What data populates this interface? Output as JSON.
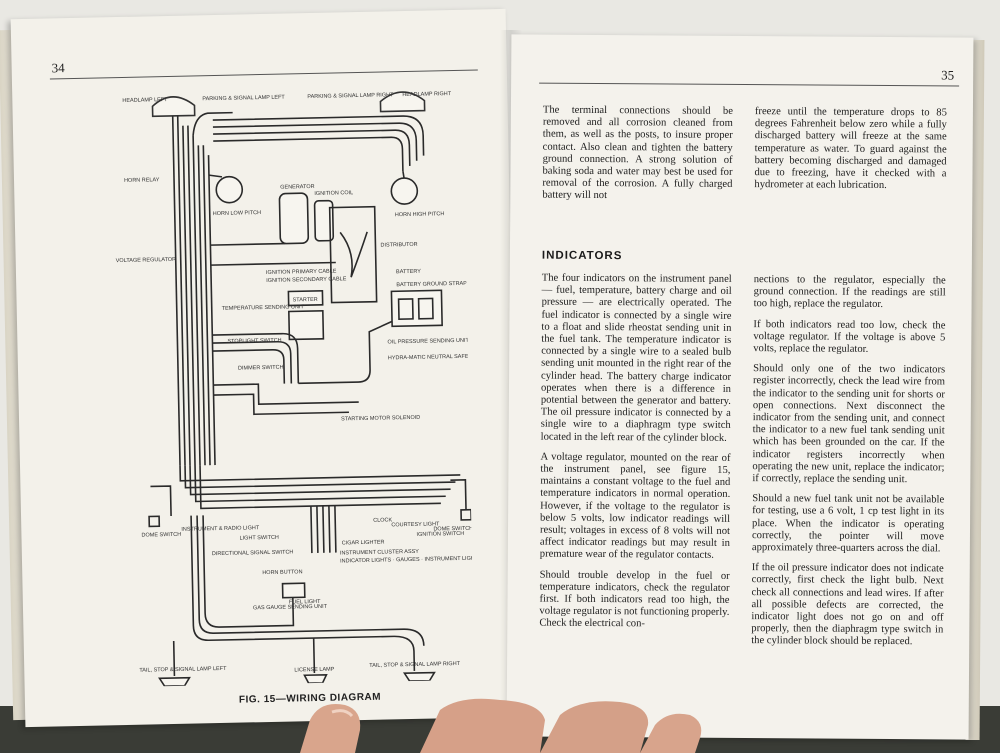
{
  "left_page": {
    "page_number": "34",
    "diagram": {
      "caption": "FIG. 15—WIRING DIAGRAM",
      "labels": {
        "headlamp_left": "HEADLAMP LEFT",
        "parking_signal_left": "PARKING & SIGNAL LAMP LEFT",
        "parking_signal_right": "PARKING & SIGNAL LAMP RIGHT",
        "headlamp_right": "HEADLAMP RIGHT",
        "horn_relay": "HORN RELAY",
        "generator": "GENERATOR",
        "ignition_coil": "IGNITION COIL",
        "horn_low": "HORN LOW PITCH",
        "horn_high": "HORN HIGH PITCH",
        "voltage_regulator": "VOLTAGE REGULATOR",
        "distributor": "DISTRIBUTOR",
        "ignition_primary": "IGNITION PRIMARY CABLE",
        "ignition_secondary": "IGNITION SECONDARY CABLE",
        "battery": "BATTERY",
        "battery_ground": "BATTERY GROUND STRAP",
        "starter": "STARTER",
        "temperature_unit": "TEMPERATURE SENDING UNIT",
        "stoplight_switch": "STOPLIGHT SWITCH",
        "oil_pressure_unit": "OIL PRESSURE SENDING UNIT",
        "hydramatic_switch": "HYDRA-MATIC NEUTRAL SAFETY SWITCH",
        "dimmer_switch": "DIMMER SWITCH",
        "starting_motor": "STARTING MOTOR SOLENOID",
        "dome_switch_left": "DOME SWITCH",
        "dome_switch_right": "DOME SWITCH",
        "instrument_lights": "INSTRUMENT & RADIO LIGHT",
        "light_switch": "LIGHT SWITCH",
        "directional_switch": "DIRECTIONAL SIGNAL SWITCH",
        "cigar_lighter": "CIGAR LIGHTER",
        "clock": "CLOCK",
        "courtesy_light": "COURTESY LIGHT",
        "ignition_switch": "IGNITION SWITCH",
        "cluster_assy": "INSTRUMENT CLUSTER ASSY",
        "cluster_items": "INDICATOR LIGHTS · GAUGES · INSTRUMENT LIGHTS",
        "horn_button": "HORN BUTTON",
        "gas_gauge": "GAS GAUGE SENDING UNIT",
        "fuel_light": "FUEL LIGHT",
        "tail_left": "TAIL, STOP & SIGNAL LAMP LEFT",
        "license_lamp": "LICENSE LAMP",
        "tail_right": "TAIL, STOP & SIGNAL LAMP RIGHT"
      }
    }
  },
  "right_page": {
    "page_number": "35",
    "top_left": "The terminal connections should be removed and all corrosion cleaned from them, as well as the posts, to insure proper contact. Also clean and tighten the battery ground connection. A strong solution of baking soda and water may best be used for removal of the corrosion. A fully charged battery will not",
    "top_right": "freeze until the temperature drops to 85 degrees Fahrenheit below zero while a fully discharged battery will freeze at the same temperature as water. To guard against the battery becoming discharged and damaged due to freezing, have it checked with a hydrometer at each lubrication.",
    "heading": "INDICATORS",
    "left_paras": [
      "The four indicators on the instrument panel — fuel, temperature, battery charge and oil pressure — are electrically operated. The fuel indicator is connected by a single wire to a float and slide rheostat sending unit in the fuel tank. The temperature indicator is connected by a single wire to a sealed bulb sending unit mounted in the right rear of the cylinder head. The battery charge indicator operates when there is a difference in potential between the generator and battery. The oil pressure indicator is connected by a single wire to a diaphragm type switch located in the left rear of the cylinder block.",
      "A voltage regulator, mounted on the rear of the instrument panel, see figure 15, maintains a constant voltage to the fuel and temperature indicators in normal operation. However, if the voltage to the regulator is below 5 volts, low indicator readings will result; voltages in excess of 8 volts will not affect indicator readings but may result in premature wear of the regulator contacts.",
      "Should trouble develop in the fuel or temperature indicators, check the regulator first. If both indicators read too high, the voltage regulator is not functioning properly. Check the electrical con-"
    ],
    "right_paras": [
      "nections to the regulator, especially the ground connection. If the readings are still too high, replace the regulator.",
      "If both indicators read too low, check the voltage regulator. If the voltage is above 5 volts, replace the regulator.",
      "Should only one of the two indicators register incorrectly, check the lead wire from the indicator to the sending unit for shorts or open connections. Next disconnect the indicator from the sending unit, and connect the indicator to a new fuel tank sending unit which has been grounded on the car. If the indicator registers incorrectly when operating the new unit, replace the indicator; if correctly, replace the sending unit.",
      "Should a new fuel tank unit not be available for testing, use a 6 volt, 1 cp test light in its place. When the indicator is operating correctly, the pointer will move approximately three-quarters across the dial.",
      "If the oil pressure indicator does not indicate correctly, first check the light bulb. Next check all connections and lead wires. If after all possible defects are corrected, the indicator light does not go on and off properly, then the diaphragm type switch in the cylinder block should be replaced."
    ]
  }
}
